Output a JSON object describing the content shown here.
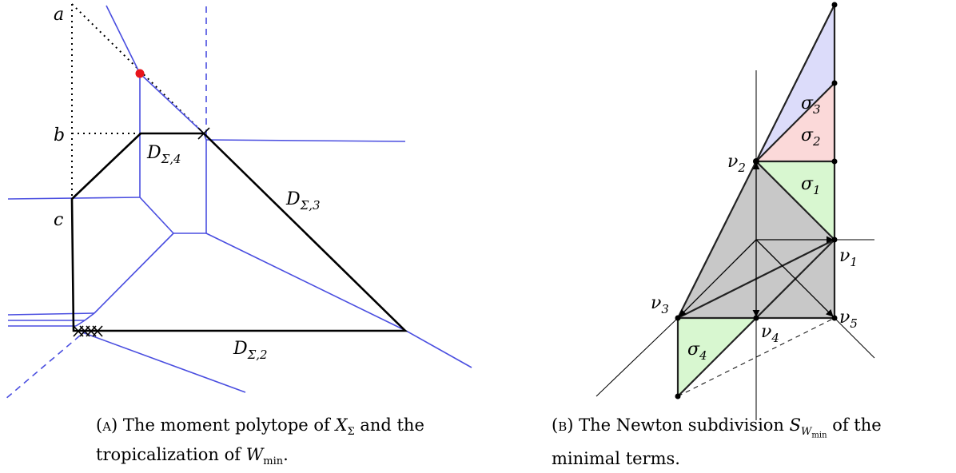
{
  "panel_a": {
    "axis_labels": [
      "a",
      "b",
      "c"
    ],
    "divisor_labels": [
      {
        "main": "D",
        "sub": "Σ,4"
      },
      {
        "main": "D",
        "sub": "Σ,3"
      },
      {
        "main": "D",
        "sub": "Σ,2"
      }
    ],
    "caption": {
      "tag": "(a)",
      "text_1": "The moment polytope of",
      "sym_1": "X",
      "sym_1_sub": "Σ",
      "text_2": "and the tropicalization of",
      "sym_2": "W",
      "sym_2_sub": "min",
      "text_3": "."
    },
    "colors": {
      "polytope": "#000000",
      "tropical": "#4a4ee0",
      "point": "#e8141b"
    }
  },
  "panel_b": {
    "vertex_labels": [
      {
        "main": "ν",
        "sub": "1"
      },
      {
        "main": "ν",
        "sub": "2"
      },
      {
        "main": "ν",
        "sub": "3"
      },
      {
        "main": "ν",
        "sub": "4"
      },
      {
        "main": "ν",
        "sub": "5"
      }
    ],
    "cell_labels": [
      {
        "main": "σ",
        "sub": "1"
      },
      {
        "main": "σ",
        "sub": "2"
      },
      {
        "main": "σ",
        "sub": "3"
      },
      {
        "main": "σ",
        "sub": "4"
      }
    ],
    "caption": {
      "tag": "(b)",
      "text_1": "The Newton subdivision",
      "sym": "S",
      "sym_sub": "W",
      "sym_subsub": "min",
      "text_2": "of the minimal terms."
    },
    "colors": {
      "gray": "#c8c8c8",
      "green": "#d8f7d0",
      "pink": "#fbd9d9",
      "lavender": "#dcdcfa"
    }
  }
}
